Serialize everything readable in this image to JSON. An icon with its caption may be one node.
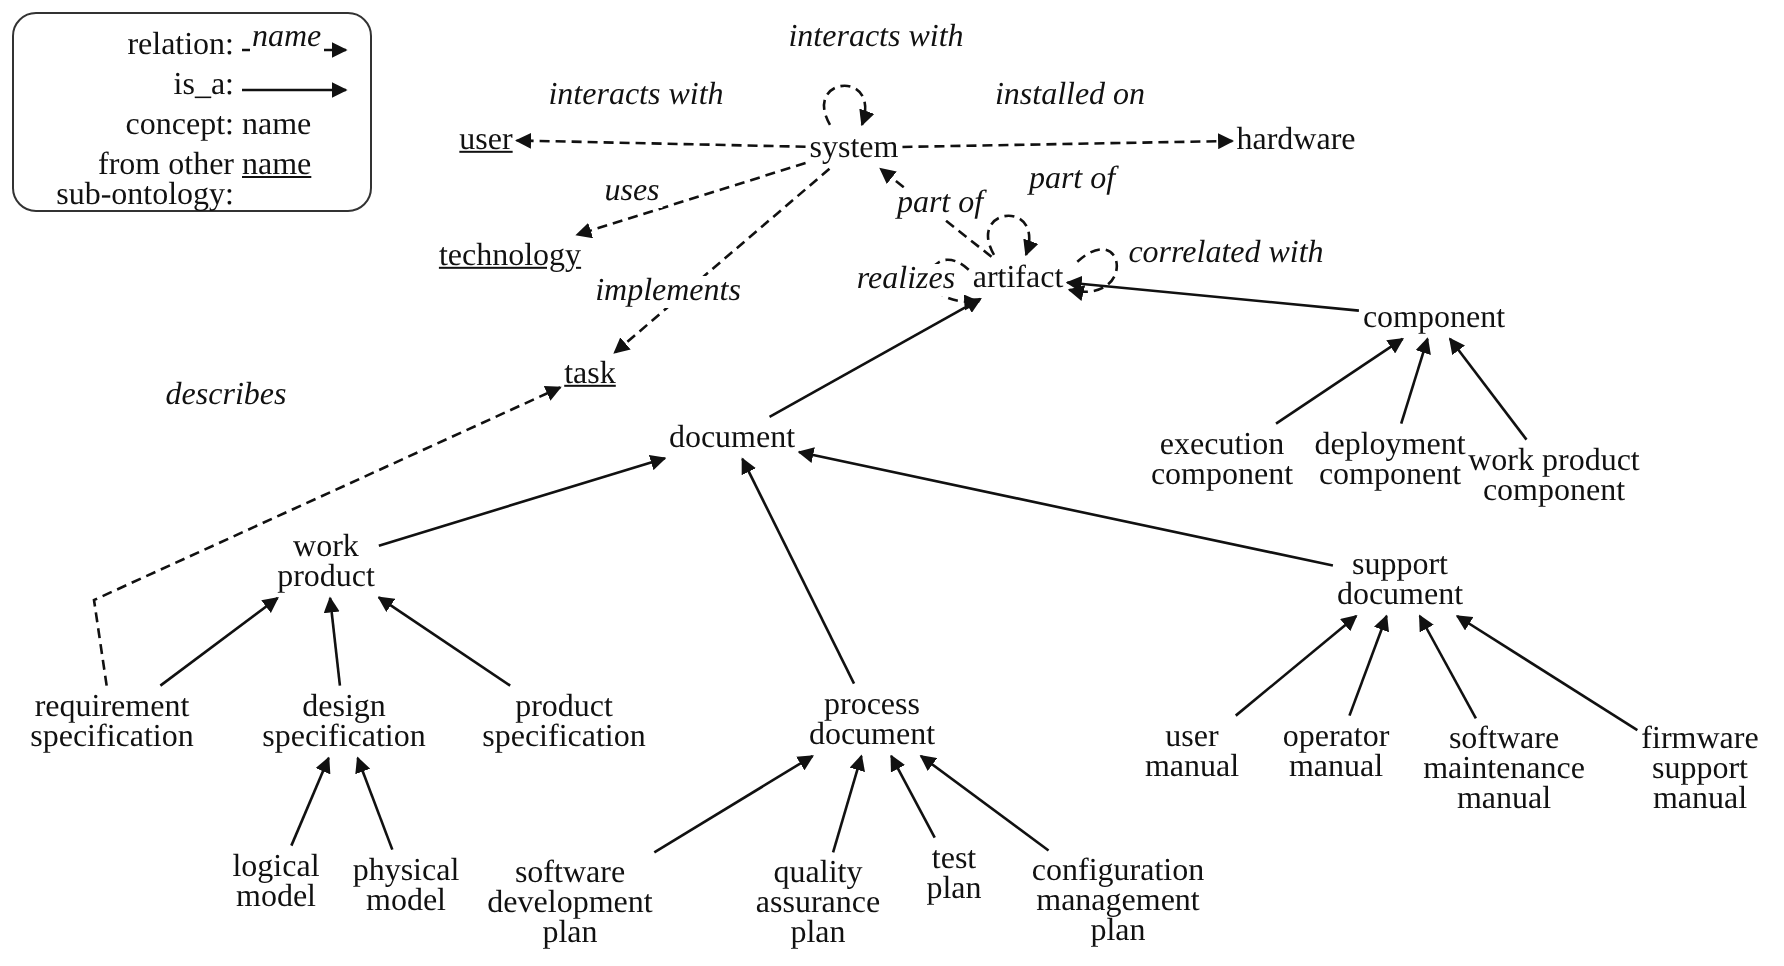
{
  "diagram": {
    "nodes": [
      {
        "text": [
          "system"
        ]
      },
      {
        "text": [
          "user"
        ]
      },
      {
        "text": [
          "hardware"
        ]
      },
      {
        "text": [
          "technology"
        ]
      },
      {
        "text": [
          "artifact"
        ]
      },
      {
        "text": [
          "task"
        ]
      },
      {
        "text": [
          "component"
        ]
      },
      {
        "text": [
          "document"
        ]
      },
      {
        "text": [
          "execution component"
        ]
      },
      {
        "text": [
          "deployment component"
        ]
      },
      {
        "text": [
          "work product component"
        ]
      },
      {
        "text": [
          "work product"
        ]
      },
      {
        "text": [
          "support document"
        ]
      },
      {
        "text": [
          "requirement specification"
        ]
      },
      {
        "text": [
          "design specification"
        ]
      },
      {
        "text": [
          "product specification"
        ]
      },
      {
        "text": [
          "process document"
        ]
      },
      {
        "text": [
          "user manual"
        ]
      },
      {
        "text": [
          "operator manual"
        ]
      },
      {
        "text": [
          "software maintenance manual"
        ]
      },
      {
        "text": [
          "firmware support manual"
        ]
      },
      {
        "text": [
          "logical model"
        ]
      },
      {
        "text": [
          "physical model"
        ]
      },
      {
        "text": [
          "software development plan"
        ]
      },
      {
        "text": [
          "quality assurance plan"
        ]
      },
      {
        "text": [
          "test plan"
        ]
      },
      {
        "text": [
          "configuration management plan"
        ]
      }
    ],
    "edges": [
      {
        "from": 0,
        "to": 0,
        "arrow": "to",
        "label": "interacts with",
        "style": "dashed"
      },
      {
        "from": 0,
        "to": 1,
        "arrow": "to",
        "label": "interacts with",
        "style": "dashed"
      },
      {
        "from": 0,
        "to": 2,
        "arrow": "to",
        "label": "installed on",
        "style": "dashed"
      },
      {
        "from": 0,
        "to": 3,
        "arrow": "to",
        "label": "uses",
        "style": "dashed"
      },
      {
        "from": 0,
        "to": 5,
        "arrow": "to",
        "label": "implements",
        "style": "dashed"
      },
      {
        "from": 4,
        "to": 0,
        "arrow": "to",
        "label": "part of",
        "style": "dashed"
      },
      {
        "from": 4,
        "to": 4,
        "arrow": "to",
        "label": "part of",
        "style": "dashed"
      },
      {
        "from": 4,
        "to": 4,
        "arrow": "to",
        "label": "realizes",
        "style": "dashed"
      },
      {
        "from": 4,
        "to": 4,
        "arrow": "to",
        "label": "correlated with",
        "style": "dashed"
      },
      {
        "from": 13,
        "to": 5,
        "arrow": "to",
        "label": "describes",
        "style": "dashed"
      },
      {
        "from": 7,
        "to": 4,
        "arrow": "to"
      },
      {
        "from": 6,
        "to": 4,
        "arrow": "to"
      },
      {
        "from": 8,
        "to": 6,
        "arrow": "to"
      },
      {
        "from": 9,
        "to": 6,
        "arrow": "to"
      },
      {
        "from": 10,
        "to": 6,
        "arrow": "to"
      },
      {
        "from": 11,
        "to": 7,
        "arrow": "to"
      },
      {
        "from": 16,
        "to": 7,
        "arrow": "to"
      },
      {
        "from": 12,
        "to": 7,
        "arrow": "to"
      },
      {
        "from": 13,
        "to": 11,
        "arrow": "to"
      },
      {
        "from": 14,
        "to": 11,
        "arrow": "to"
      },
      {
        "from": 15,
        "to": 11,
        "arrow": "to"
      },
      {
        "from": 21,
        "to": 14,
        "arrow": "to"
      },
      {
        "from": 22,
        "to": 14,
        "arrow": "to"
      },
      {
        "from": 23,
        "to": 16,
        "arrow": "to"
      },
      {
        "from": 24,
        "to": 16,
        "arrow": "to"
      },
      {
        "from": 25,
        "to": 16,
        "arrow": "to"
      },
      {
        "from": 26,
        "to": 16,
        "arrow": "to"
      },
      {
        "from": 17,
        "to": 12,
        "arrow": "to"
      },
      {
        "from": 18,
        "to": 12,
        "arrow": "to"
      },
      {
        "from": 19,
        "to": 12,
        "arrow": "to"
      },
      {
        "from": 20,
        "to": 12,
        "arrow": "to"
      }
    ],
    "labels": [
      "name",
      "name",
      "name"
    ],
    "legend": [
      {
        "text": "relation:"
      },
      {
        "text": "is_a:"
      },
      {
        "text": "concept:"
      },
      {
        "text": "from other sub-ontology:"
      }
    ]
  }
}
